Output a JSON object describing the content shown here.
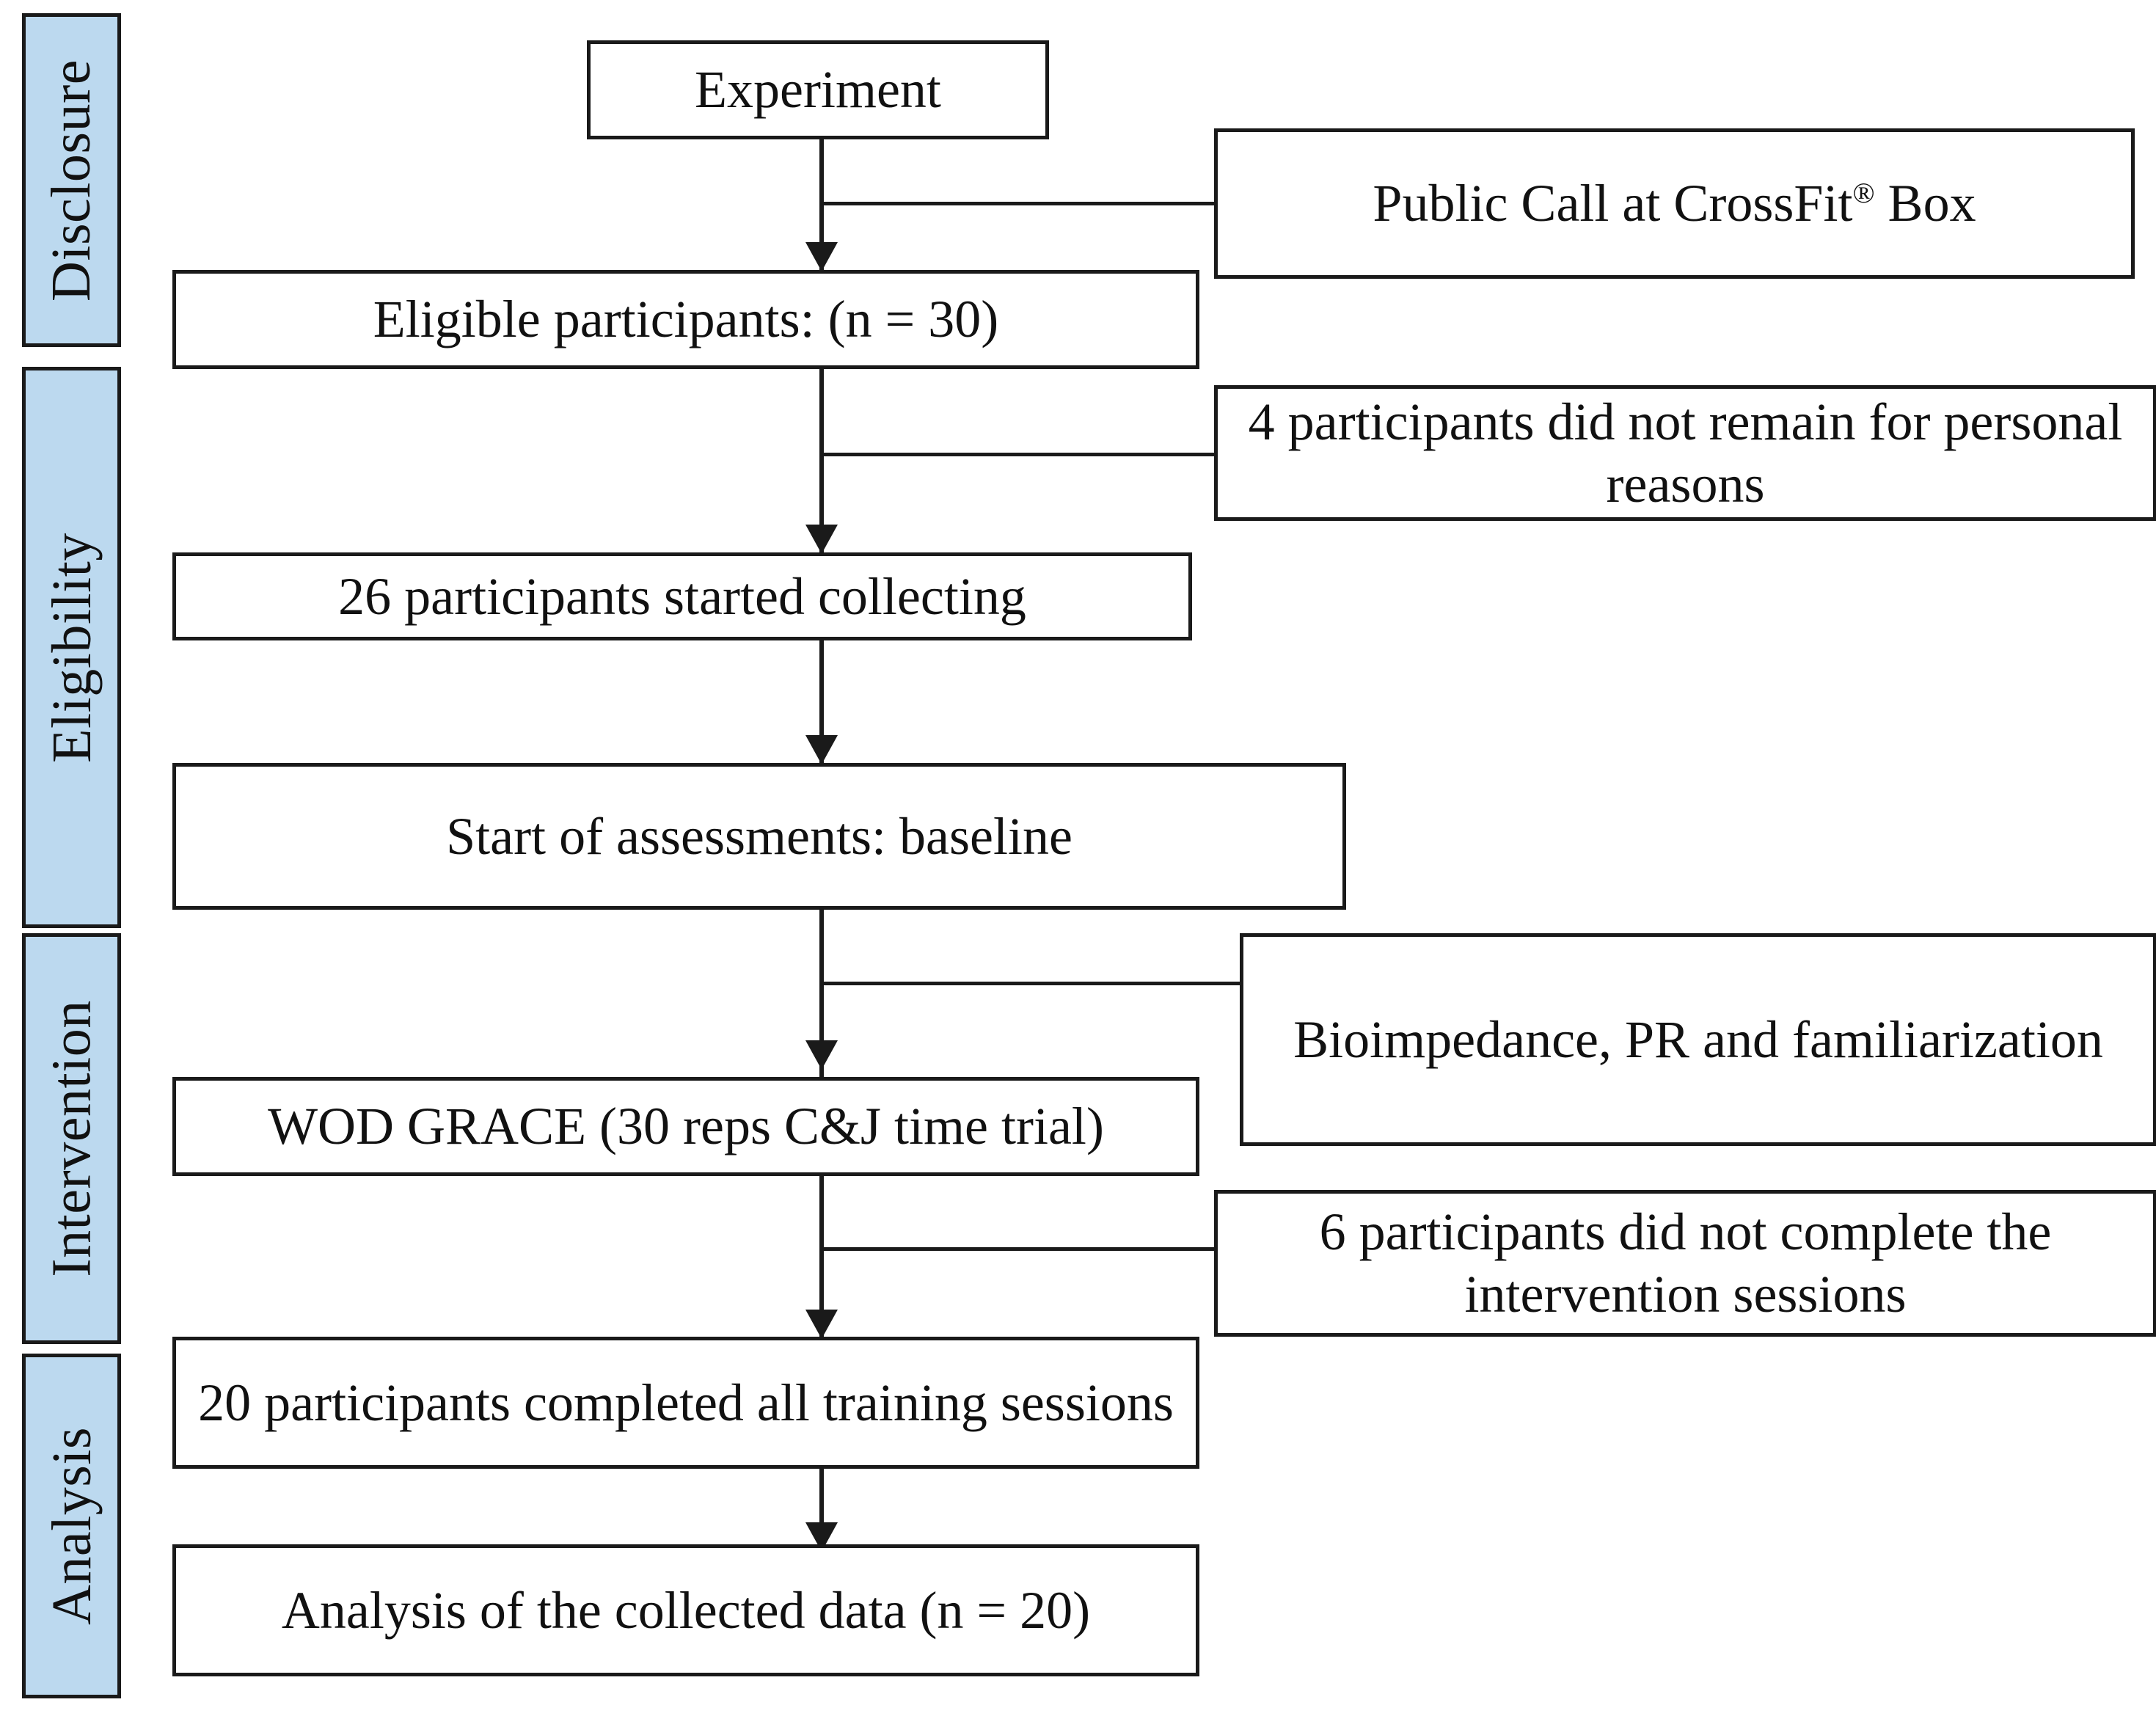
{
  "figure": {
    "type": "flowchart",
    "title": "Study participant flow diagram",
    "accent_color": "#bcd9ef",
    "line_color": "#1a1a1a",
    "background": "#ffffff"
  },
  "phases": [
    {
      "id": "disclosure",
      "label": "Disclosure"
    },
    {
      "id": "eligibility",
      "label": "Eligibility"
    },
    {
      "id": "intervention",
      "label": "Intervention"
    },
    {
      "id": "analysis",
      "label": "Analysis"
    }
  ],
  "main_flow": [
    {
      "id": "experiment",
      "label": "Experiment"
    },
    {
      "id": "eligible",
      "label": "Eligible participants: (n = 30)"
    },
    {
      "id": "started",
      "label": "26 participants started collecting"
    },
    {
      "id": "baseline",
      "label": "Start of assessments: baseline"
    },
    {
      "id": "wod",
      "label": "WOD GRACE (30 reps C&J time trial)"
    },
    {
      "id": "completed",
      "label": "20 participants completed all training sessions"
    },
    {
      "id": "analysis_result",
      "label": "Analysis of the collected data (n = 20)"
    }
  ],
  "side_notes": [
    {
      "id": "public_call",
      "label_prefix": "Public Call at CrossFit",
      "superscript": "®",
      "label_suffix": " Box"
    },
    {
      "id": "dropout_4",
      "label": "4 participants did not remain for personal reasons"
    },
    {
      "id": "bioimpedance",
      "label": "Bioimpedance, PR and familiarization"
    },
    {
      "id": "dropout_6",
      "label": "6 participants did not complete the intervention sessions"
    }
  ]
}
